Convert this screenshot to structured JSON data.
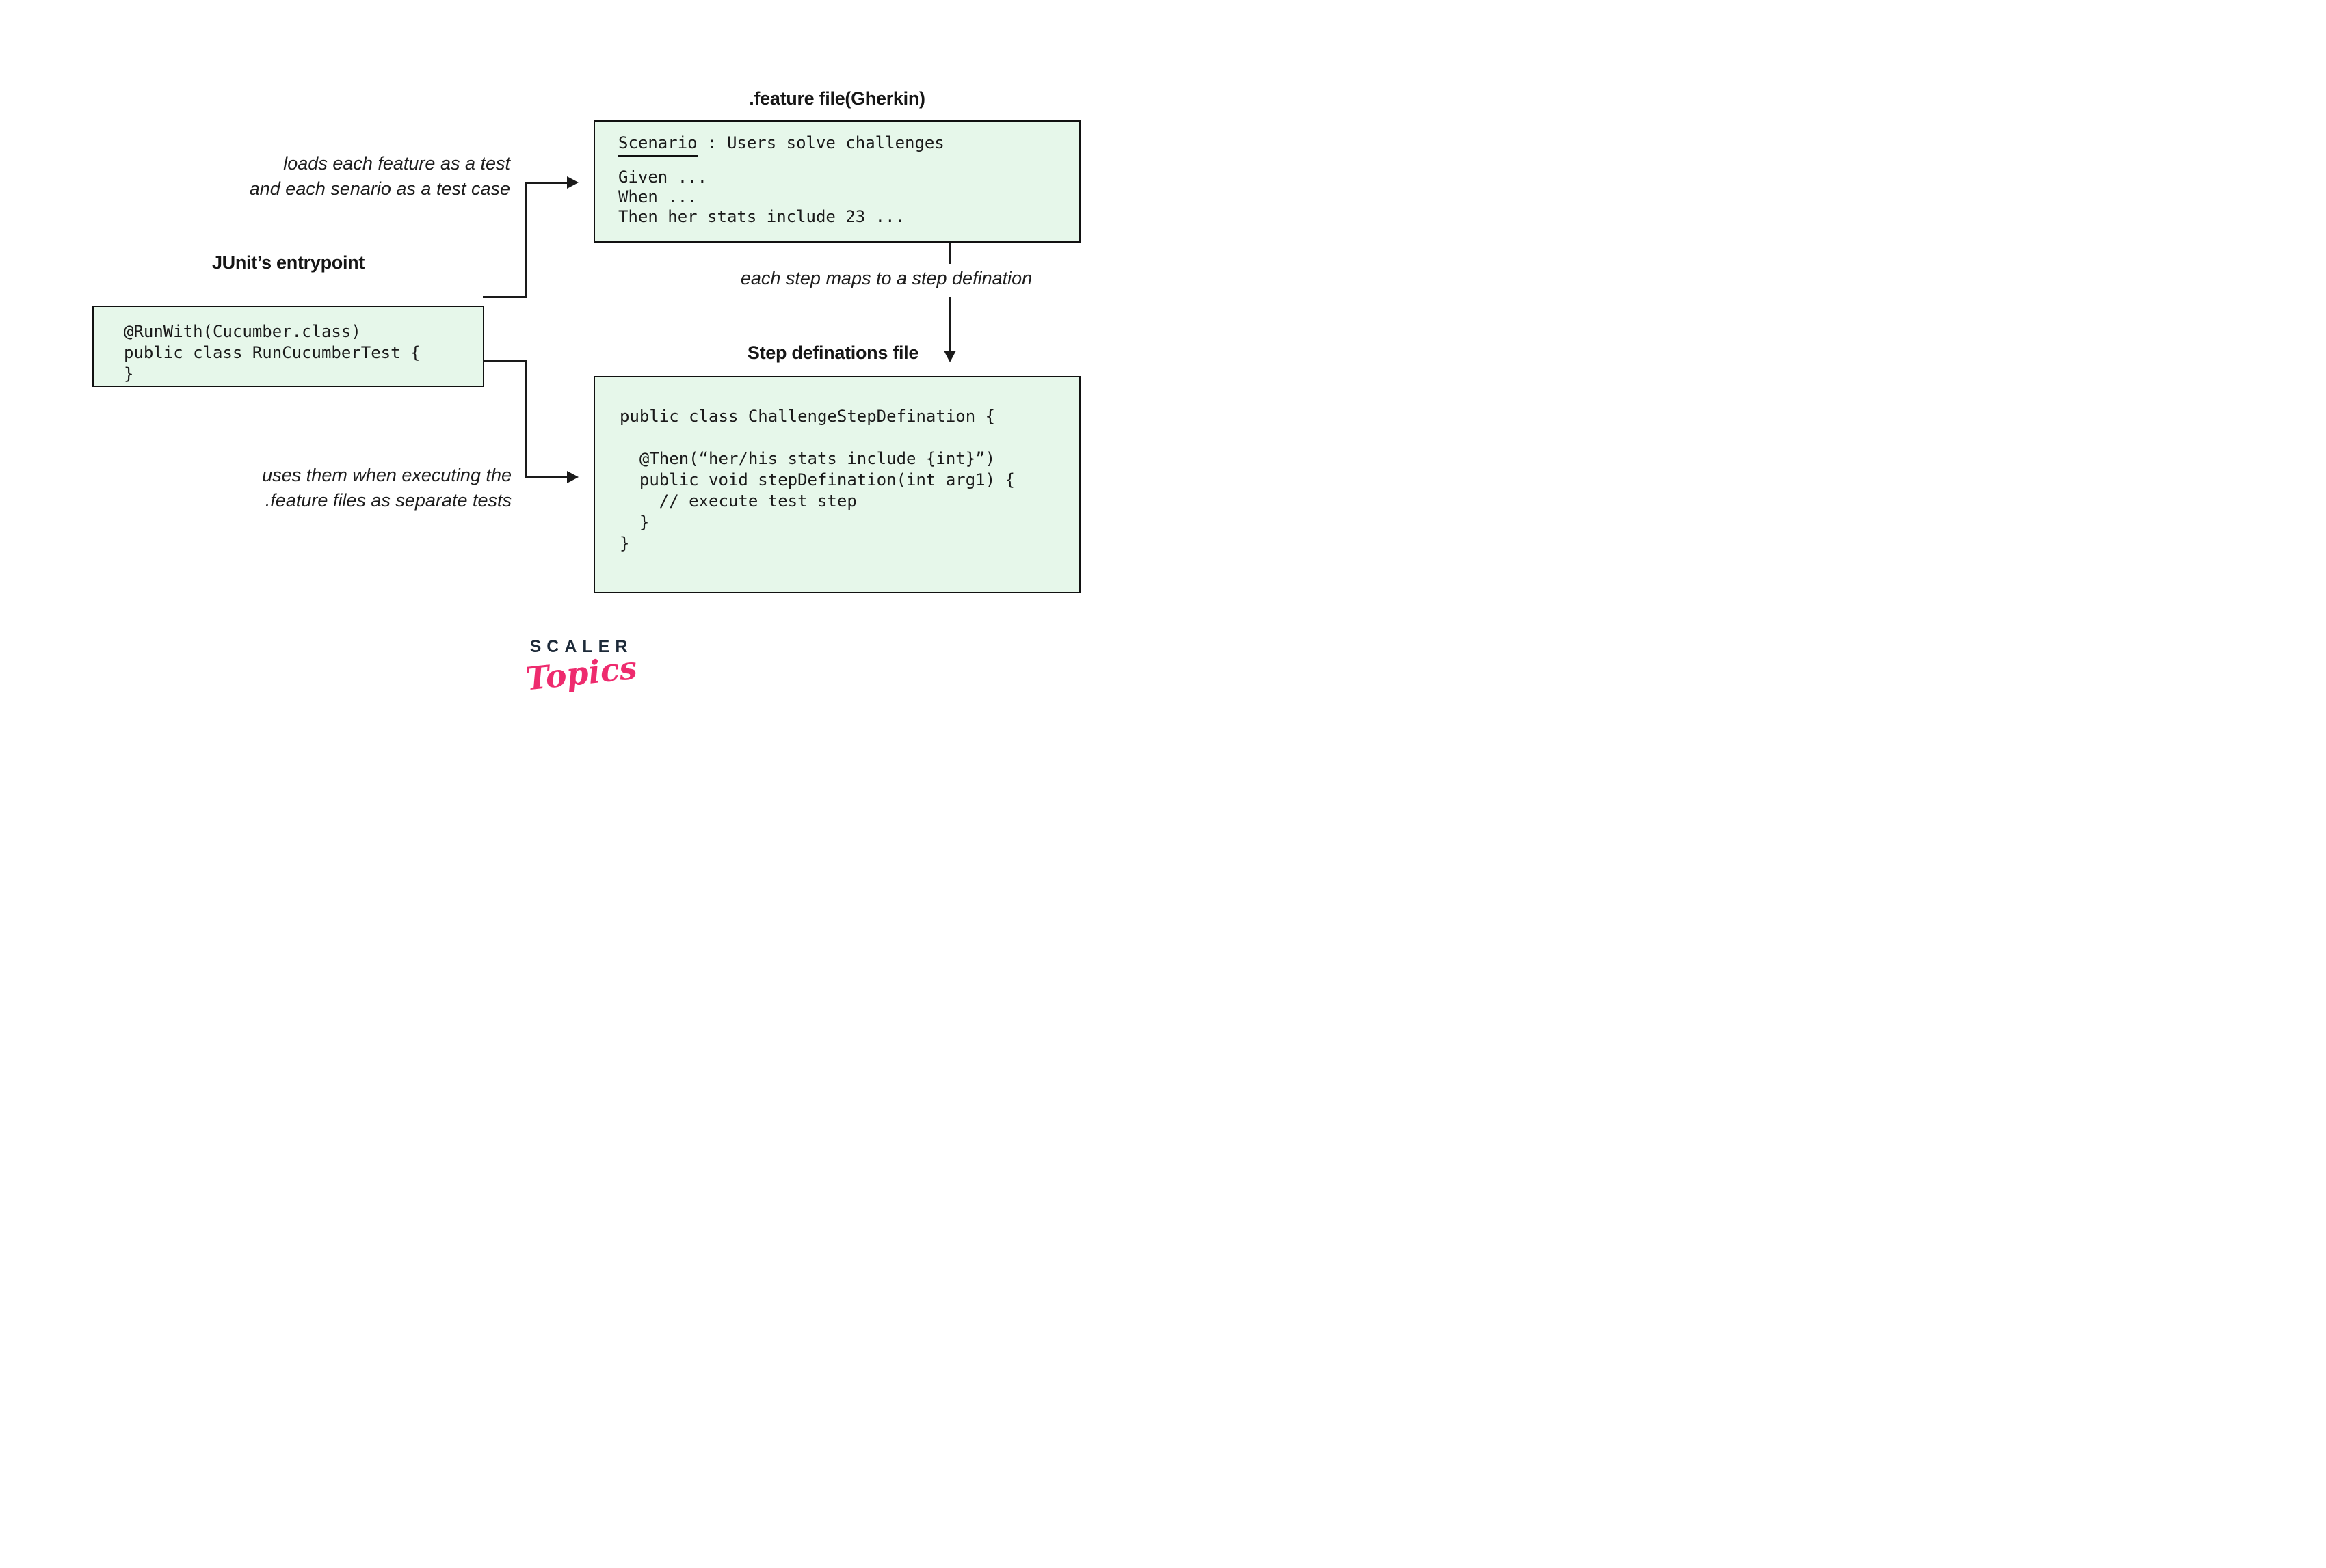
{
  "titles": {
    "feature": ".feature file(Gherkin)",
    "junit": "JUnit’s entrypoint",
    "steps": "Step definations file"
  },
  "feature_box": {
    "keyword": "Scenario",
    "scenario_rest": " : Users solve challenges",
    "line1": "Given ...",
    "line2": "When ...",
    "line3": "Then her stats include 23 ..."
  },
  "junit_box": {
    "code": "@RunWith(Cucumber.class)\npublic class RunCucumberTest {\n}"
  },
  "steps_box": {
    "code": "public class ChallengeStepDefination {\n\n  @Then(“her/his stats include {int}”)\n  public void stepDefination(int arg1) {\n    // execute test step\n  }\n}"
  },
  "annotations": {
    "load": "loads each feature as a test\nand each senario as a test case",
    "map": "each step maps to a step defination",
    "use": "uses them when executing the\n.feature files as separate tests"
  },
  "logo": {
    "brand": "SCALER",
    "sub": "Topics"
  },
  "colors": {
    "box_fill": "#e6f7ea",
    "box_border": "#111111",
    "connector": "#1a1a1a",
    "title_text": "#161616",
    "code_text": "#1a1a1a",
    "logo_brand": "#1d2a39",
    "logo_sub": "#ee2b6e"
  }
}
